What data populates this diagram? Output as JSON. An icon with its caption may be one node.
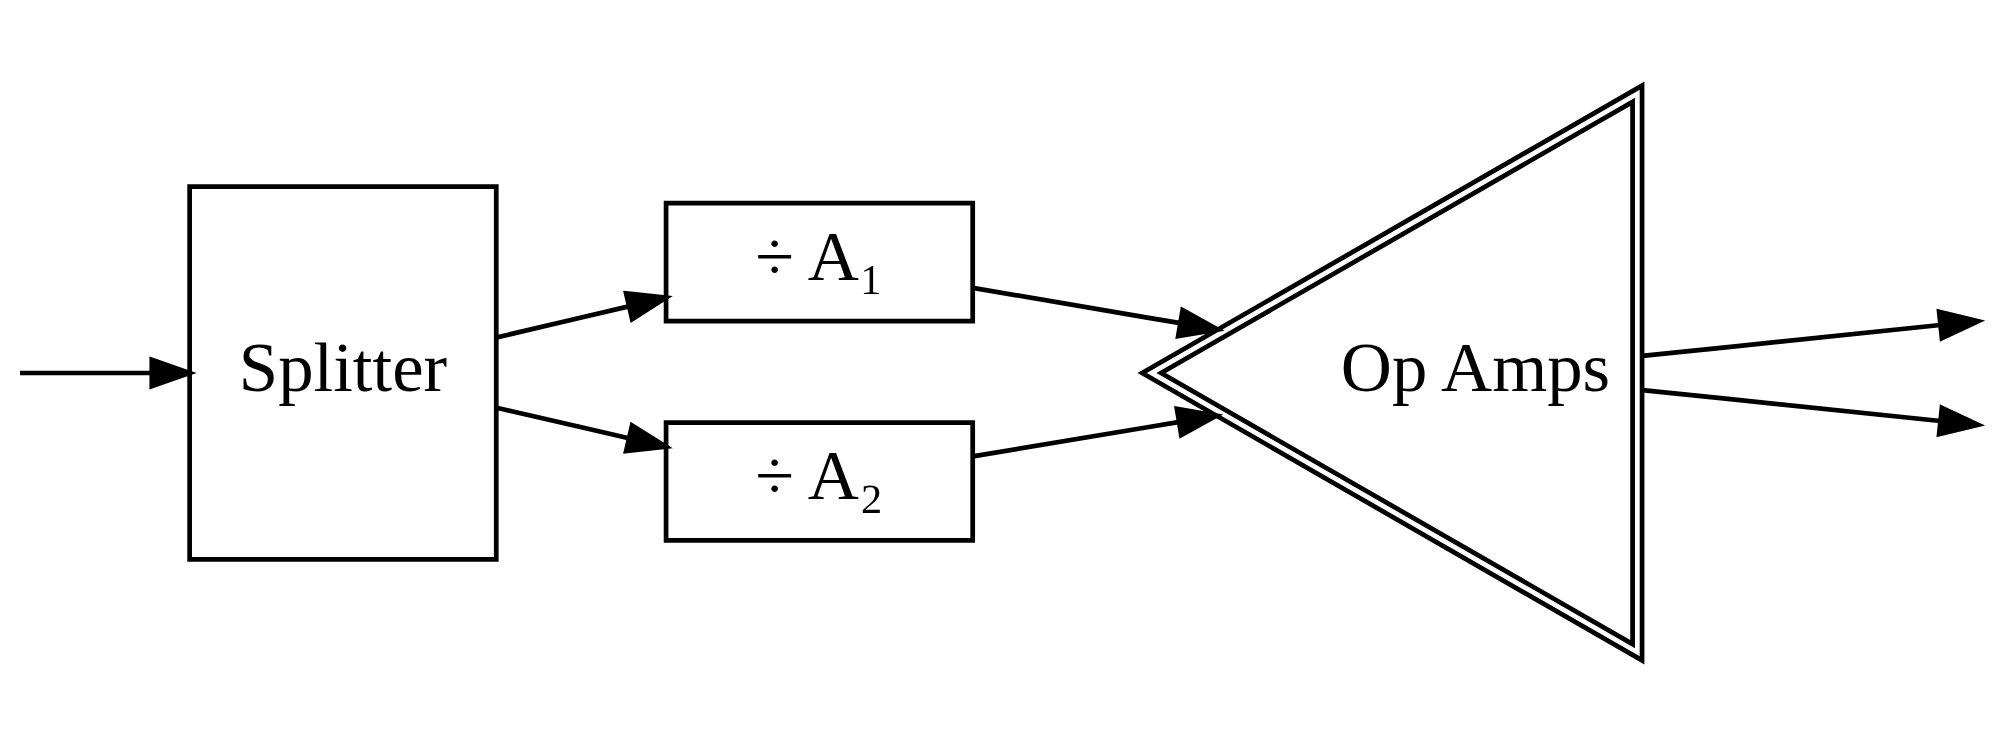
{
  "diagram": {
    "nodes": [
      {
        "text": [
          "Splitter"
        ]
      },
      {
        "text": [
          "÷ A₁"
        ]
      },
      {
        "text": [
          "÷ A₂"
        ]
      },
      {
        "text": [
          "Op Amps"
        ]
      }
    ],
    "edges": [
      {
        "from": null,
        "to": 0,
        "arrow": "to"
      },
      {
        "from": 0,
        "to": 1,
        "arrow": "to"
      },
      {
        "from": 0,
        "to": 2,
        "arrow": "to"
      },
      {
        "from": 1,
        "to": 3,
        "arrow": "to"
      },
      {
        "from": 2,
        "to": 3,
        "arrow": "to"
      },
      {
        "from": 3,
        "to": null,
        "arrow": "to"
      },
      {
        "from": 3,
        "to": null,
        "arrow": "to"
      }
    ]
  }
}
